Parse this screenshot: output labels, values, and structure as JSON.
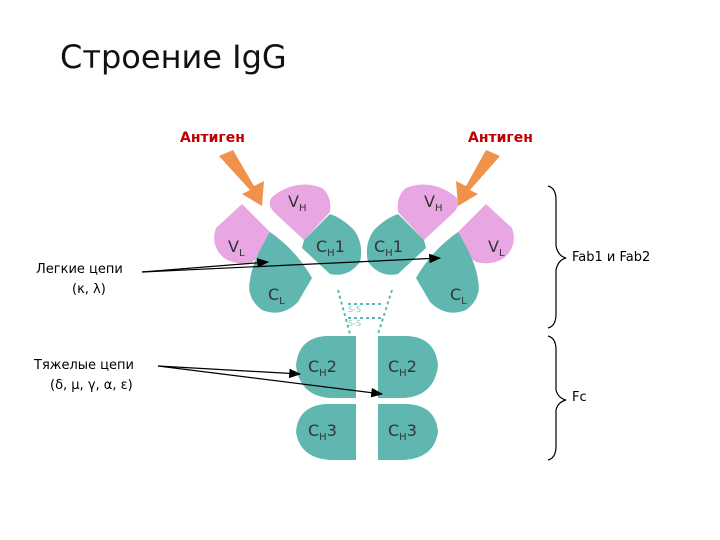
{
  "title": "Строение IgG",
  "antigen": {
    "left": "Антиген",
    "right": "Антиген"
  },
  "domains": {
    "vh_left": "V",
    "vh_left_sub": "H",
    "vh_right": "V",
    "vh_right_sub": "H",
    "vl_left": "V",
    "vl_left_sub": "L",
    "vl_right": "V",
    "vl_right_sub": "L",
    "ch1_left": "C",
    "ch1_left_sub": "H",
    "ch1_left_num": "1",
    "ch1_right": "C",
    "ch1_right_sub": "H",
    "ch1_right_num": "1",
    "cl_left": "C",
    "cl_left_sub": "L",
    "cl_right": "C",
    "cl_right_sub": "L",
    "ch2_left": "C",
    "ch2_left_sub": "H",
    "ch2_left_num": "2",
    "ch2_right": "C",
    "ch2_right_sub": "H",
    "ch2_right_num": "2",
    "ch3_left": "C",
    "ch3_left_sub": "H",
    "ch3_left_num": "3",
    "ch3_right": "C",
    "ch3_right_sub": "H",
    "ch3_right_num": "3"
  },
  "light_chains": {
    "line1": "Легкие цепи",
    "line2": "(κ, λ)"
  },
  "heavy_chains": {
    "line1": "Тяжелые цепи",
    "line2": "(δ, μ, γ, α, ε)"
  },
  "fab_label": "Fab1 и Fab2",
  "fc_label": "Fc",
  "disulfide": "S-S",
  "colors": {
    "teal": "#5fb7b0",
    "pink": "#e8a6e2",
    "arrow": "#f0924a",
    "antigen_text": "#c00000"
  }
}
